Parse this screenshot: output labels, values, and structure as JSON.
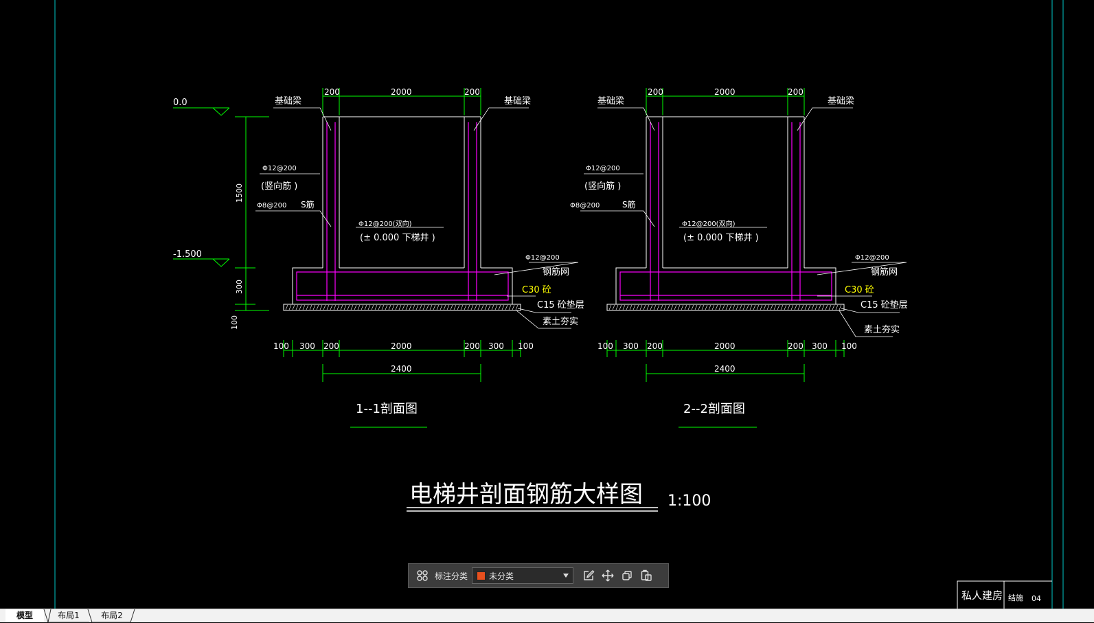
{
  "drawing": {
    "title": "电梯井剖面钢筋大样图",
    "scale": "1:100",
    "sections": [
      {
        "caption": "1--1剖面图",
        "top_dims": [
          "200",
          "2000",
          "200"
        ],
        "bottom_dims": [
          "100",
          "300",
          "200",
          "2000",
          "200",
          "300",
          "100"
        ],
        "overall_dim": "2400",
        "beam_left": "基础梁",
        "beam_right": "基础梁",
        "rebar_vertical": "Φ12@200",
        "rebar_vertical_note": "(竖向筋 )",
        "tie_bar": "Φ8@200",
        "tie_bar_note": "S筋",
        "rebar_both": "Φ12@200(双向)",
        "pit_note": "(± 0.000  下梯井 )",
        "mesh_spec": "Φ12@200",
        "mesh_note": "钢筋网",
        "concrete": "C30 砼",
        "cushion": "C15 砼垫层",
        "soil": "素土夯实"
      },
      {
        "caption": "2--2剖面图",
        "top_dims": [
          "200",
          "2000",
          "200"
        ],
        "bottom_dims": [
          "100",
          "300",
          "200",
          "2000",
          "200",
          "300",
          "100"
        ],
        "overall_dim": "2400",
        "beam_left": "基础梁",
        "beam_right": "基础梁",
        "rebar_vertical": "Φ12@200",
        "rebar_vertical_note": "(竖向筋 )",
        "tie_bar": "Φ8@200",
        "tie_bar_note": "S筋",
        "rebar_both": "Φ12@200(双向)",
        "pit_note": "(± 0.000  下梯井 )",
        "mesh_spec": "Φ12@200",
        "mesh_note": "钢筋网",
        "concrete": "C30 砼",
        "cushion": "C15 砼垫层",
        "soil": "素土夯实"
      }
    ],
    "elevations": [
      "0.0",
      "-1.500"
    ],
    "vertical_dims": [
      "1500",
      "300",
      "100"
    ],
    "title_block": {
      "project": "私人建房",
      "sheet_label": "结施",
      "sheet_no": "04"
    }
  },
  "toolbar": {
    "label": "标注分类",
    "selected": "未分类",
    "swatch_color": "#e8501e"
  },
  "tabs": [
    "模型",
    "布局1",
    "布局2"
  ],
  "colors": {
    "background": "#000000",
    "structure": "#ffffff",
    "dimension": "#00ff00",
    "rebar": "#ff00ff",
    "frame": "#00c8c8",
    "accent_text": "#ffff00"
  }
}
